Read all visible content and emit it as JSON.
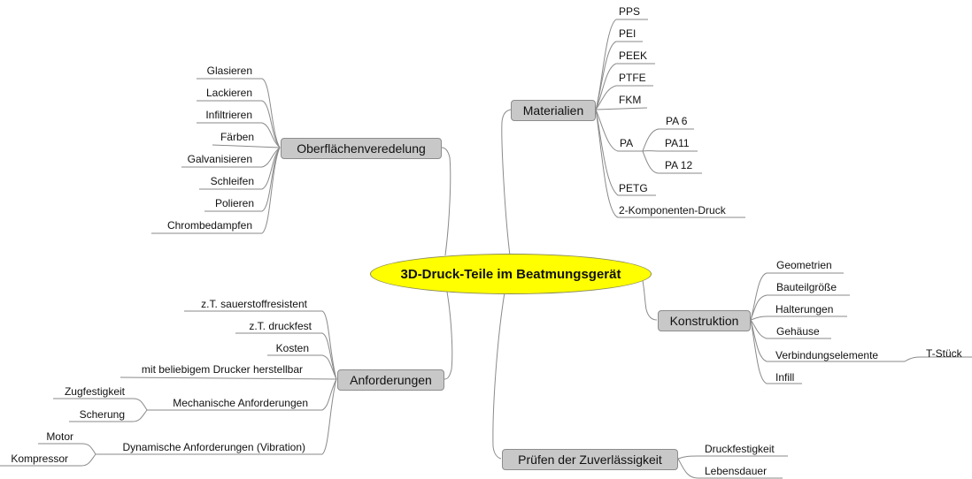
{
  "central": {
    "title": "3D-Druck-Teile im Beatmungsgerät",
    "color": "#ffff00"
  },
  "branches": {
    "materialien": {
      "label": "Materialien",
      "items": [
        "PPS",
        "PEI",
        "PEEK",
        "PTFE",
        "FKM",
        "PA",
        "PETG",
        "2-Komponenten-Druck"
      ],
      "pa_children": [
        "PA 6",
        "PA11",
        "PA 12"
      ]
    },
    "oberflaeche": {
      "label": "Oberflächenveredelung",
      "items": [
        "Glasieren",
        "Lackieren",
        "Infiltrieren",
        "Färben",
        "Galvanisieren",
        "Schleifen",
        "Polieren",
        "Chrombedampfen"
      ]
    },
    "konstruktion": {
      "label": "Konstruktion",
      "items": [
        "Geometrien",
        "Bauteilgröße",
        "Halterungen",
        "Gehäuse",
        "Verbindungselemente",
        "Infill"
      ],
      "verbindung_children": [
        "T-Stück"
      ]
    },
    "anforderungen": {
      "label": "Anforderungen",
      "items": [
        "z.T. sauerstoffresistent",
        "z.T. druckfest",
        "Kosten",
        "mit beliebigem Drucker herstellbar",
        "Mechanische Anforderungen",
        "Dynamische Anforderungen (Vibration)"
      ],
      "mechanisch_children": [
        "Zugfestigkeit",
        "Scherung"
      ],
      "dynamisch_children": [
        "Motor",
        "Kompressor"
      ]
    },
    "pruefen": {
      "label": "Prüfen der Zuverlässigkeit",
      "items": [
        "Druckfestigkeit",
        "Lebensdauer"
      ]
    }
  },
  "colors": {
    "topic_fill": "#c8c8c8",
    "line": "#8a8a8a"
  }
}
